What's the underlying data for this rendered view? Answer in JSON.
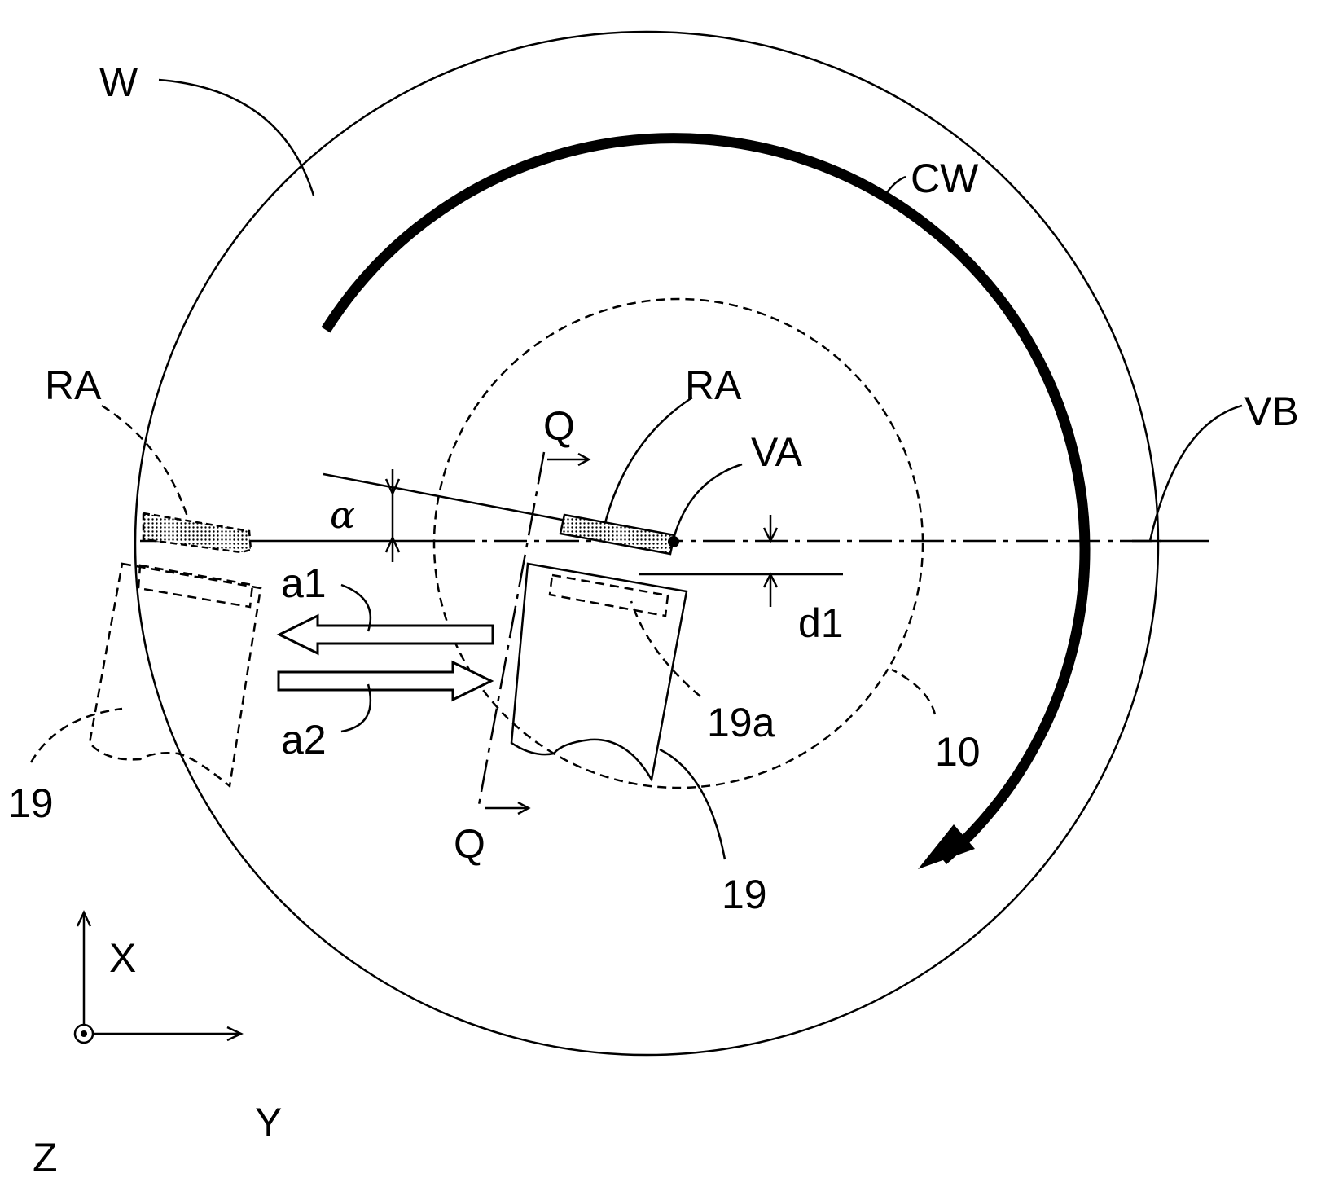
{
  "labels": {
    "wafer": "W",
    "rotation": "CW",
    "region_left": "RA",
    "region_right": "RA",
    "axis_vb": "VB",
    "axis_va": "VA",
    "section_top": "Q",
    "section_bottom": "Q",
    "angle": "α",
    "offset": "d1",
    "arrow_a1": "a1",
    "arrow_a2": "a2",
    "nozzle_left": "19",
    "nozzle_right": "19",
    "nozzle_tip": "19a",
    "chuck": "10"
  },
  "axes": {
    "x": "X",
    "y": "Y",
    "z": "Z"
  },
  "colors": {
    "ink": "#000000",
    "background": "#ffffff",
    "dot_fill": "#bdbdbd"
  }
}
